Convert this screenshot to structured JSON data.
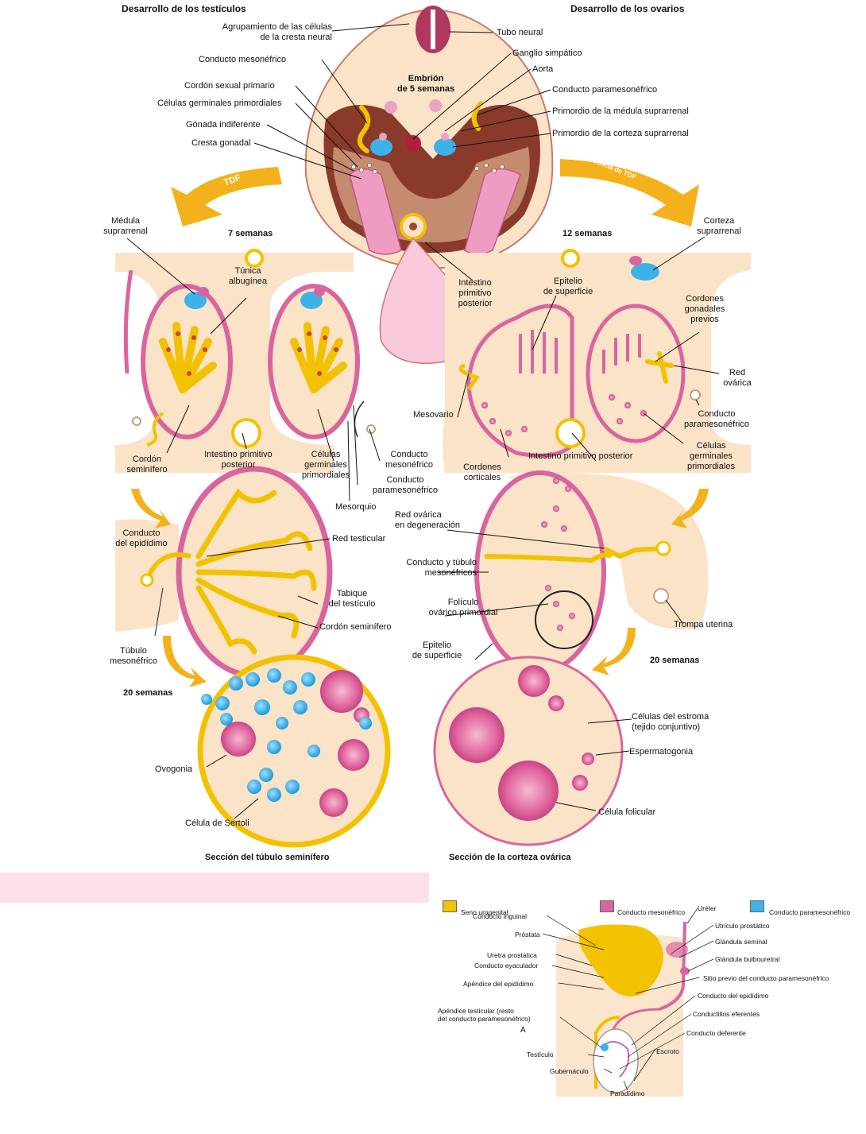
{
  "colors": {
    "skin": "#fbe3c8",
    "pink": "#d9659f",
    "pink_light": "#f3b8d2",
    "yellow": "#f2c200",
    "blue": "#3cb2e8",
    "brown": "#9b4a35",
    "arrow": "#f3b21b"
  },
  "headings": {
    "left": "Desarrollo de los testículos",
    "right": "Desarrollo de los ovarios",
    "embryo": "Embrión\nde 5 semanas",
    "tdf": "TDF",
    "no_tdf": "Ausencia de TDF",
    "week7": "7 semanas",
    "week12": "12 semanas",
    "week20_left": "20 semanas",
    "week20_right": "20 semanas",
    "section_left": "Sección del túbulo seminífero",
    "section_right": "Sección de la corteza ovárica"
  },
  "labels": {
    "neural_crest": "Agrupamiento de las células\nde la cresta neural",
    "mesonephric_duct": "Conducto mesonéfrico",
    "primary_sex_cord": "Cordón sexual primario",
    "primordial_germ_cells": "Células germinales primordiales",
    "indifferent_gonad": "Gónada indiferente",
    "gonadal_ridge": "Cresta gonadal",
    "neural_tube": "Tubo neural",
    "sympathetic_ganglion": "Ganglio simpático",
    "aorta": "Aorta",
    "paramesonephric_duct": "Conducto paramesonéfrico",
    "adrenal_medulla_primordium": "Primordio de la médula suprarrenal",
    "adrenal_cortex_primordium": "Primordio de la corteza suprarrenal",
    "adrenal_medulla": "Médula\nsuprarrenal",
    "adrenal_cortex": "Corteza\nsuprarrenal",
    "tunica_albuginea": "Túnica\nalbugínea",
    "hindgut": "Intestino\nprimitivo\nposterior",
    "surface_epithelium_top": "Epitelio\nde superficie",
    "previous_gonadal_cords": "Cordones\ngonadales\nprevios",
    "ovarian_rete": "Red\novárica",
    "paramesonephric_duct_right": "Conducto\nparamesonéfrico",
    "primordial_germ_cells_right": "Células\ngerminales\nprimordiales",
    "mesovarium": "Mesovario",
    "cortical_cords": "Cordones\ncorticales",
    "hindgut_right": "Intestino primitivo posterior",
    "seminiferous_cord": "Cordón\nseminífero",
    "hindgut_left": "Intestino primitivo\nposterior",
    "germ_cells_left": "Células\ngerminales\nprimordiales",
    "mesonephric_duct_left": "Conducto\nmesonéfrico",
    "paramesonephric_duct_left": "Conducto\nparamesonéfrico",
    "mesorchium": "Mesorquio",
    "degenerating_rete": "Red ovárica\nen degeneración",
    "epididymal_duct": "Conducto\ndel epidídimo",
    "rete_testis": "Red testicular",
    "mesonephric_duct_tubule": "Conducto y túbulo\nmesonéfricos",
    "testis_septum": "Tabique\ndel testículo",
    "seminiferous_cord_2": "Cordón seminífero",
    "primordial_follicle": "Folículo\novárico primordial",
    "mesonephric_tubule": "Túbulo\nmesonéfrico",
    "surface_epithelium_bottom": "Epitelio\nde superficie",
    "uterine_tube": "Trompa uterina",
    "oogonium": "Ovogonia",
    "sertoli_cell": "Célula de Sertoli",
    "stromal_cells": "Células del estroma\n(tejido conjuntivo)",
    "spermatogonium": "Espermatogonia",
    "follicular_cell": "Célula folicular"
  },
  "figure_b": {
    "legend": [
      {
        "label": "Seno urogenital",
        "color": "#f2c200"
      },
      {
        "label": "Conducto mesonéfrico",
        "color": "#d9659f"
      },
      {
        "label": "Conducto paramesonéfrico",
        "color": "#3cb2e8"
      }
    ],
    "panel_letter": "A",
    "labels": {
      "ureter": "Uréter",
      "utriculus": "Utrículo prostático",
      "seminal_gland": "Glándula seminal",
      "bulbourethral": "Glándula bulbouretral",
      "former_paramesonephric": "Sitio previo del conducto paramesonéfrico",
      "epididymal_duct": "Conducto del epidídimo",
      "efferent": "Conductillos eferentes",
      "vas_deferens": "Conducto deferente",
      "scrotum": "Escroto",
      "paradidymis": "Paradídimo",
      "gubernaculum": "Gubernáculo",
      "testis": "Testículo",
      "inguinal_canal": "Conducto inguinal",
      "prostate": "Próstata",
      "prostatic_urethra": "Uretra prostática",
      "ejaculatory_duct": "Conducto eyaculador",
      "appendix_epididymis": "Apéndice del epidídimo",
      "appendix_testis": "Apéndice testicular (resto\ndel conducto paramesonéfrico)"
    }
  }
}
